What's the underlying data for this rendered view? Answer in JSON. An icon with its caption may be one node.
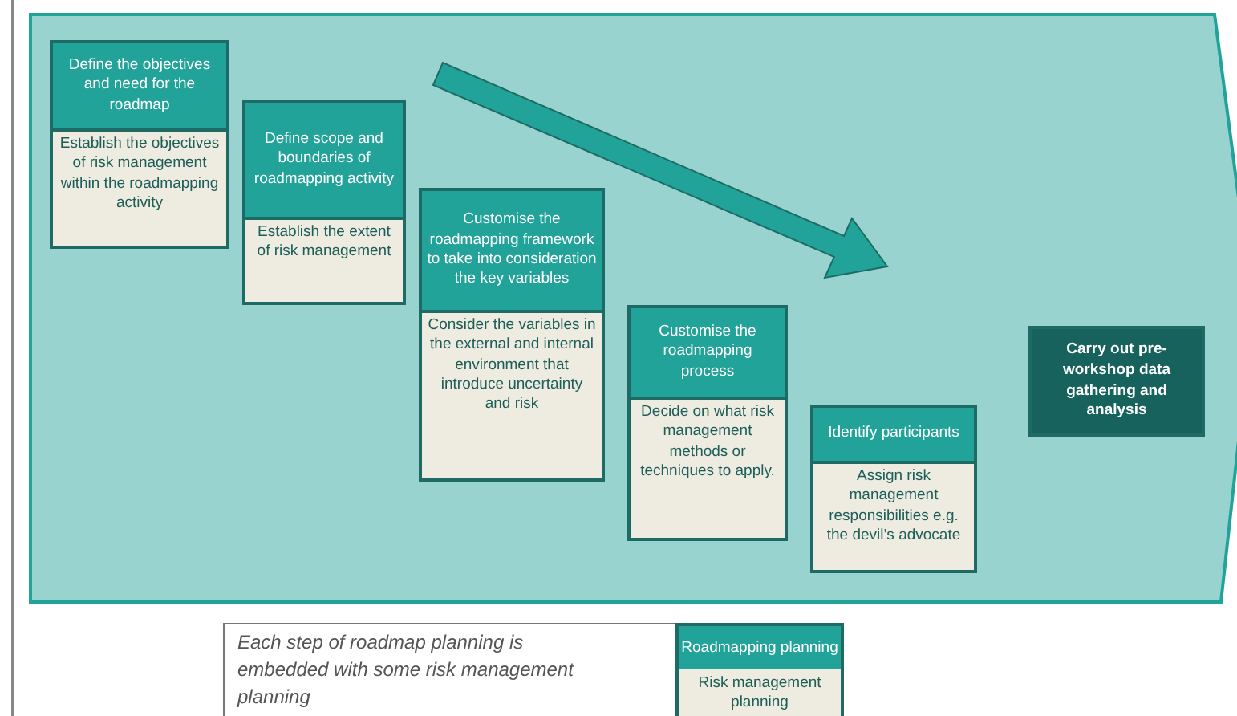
{
  "diagram": {
    "nodes": [
      {
        "text": [],
        "shape": "arrow"
      },
      {
        "text": [
          "Define the objectives and need for the roadmap",
          "Establish the objectives of risk management within the roadmapping activity"
        ],
        "in": 0
      },
      {
        "text": [
          "Define scope and boundaries of roadmapping activity",
          "Establish the extent of risk management"
        ],
        "in": 0
      },
      {
        "text": [
          "Customise the roadmapping framework to take into consideration the key variables",
          "Consider the variables in the external and internal environment that introduce uncertainty and risk"
        ],
        "in": 0
      },
      {
        "text": [
          "Customise the roadmapping process",
          "Decide on what risk management methods or techniques to apply."
        ],
        "in": 0
      },
      {
        "text": [
          "Identify participants",
          "Assign risk management responsibilities e.g. the devil’s advocate"
        ],
        "in": 0
      },
      {
        "text": [
          "Carry out pre-workshop data gathering and analysis"
        ],
        "in": 0
      }
    ],
    "edges": [],
    "labels": [
      "Each step of roadmap planning is embedded with some risk management planning"
    ],
    "legend": [
      {
        "text": "Roadmapping planning",
        "color": "#21a39a"
      },
      {
        "text": "Risk management planning",
        "color": "#eeebe1"
      }
    ]
  }
}
